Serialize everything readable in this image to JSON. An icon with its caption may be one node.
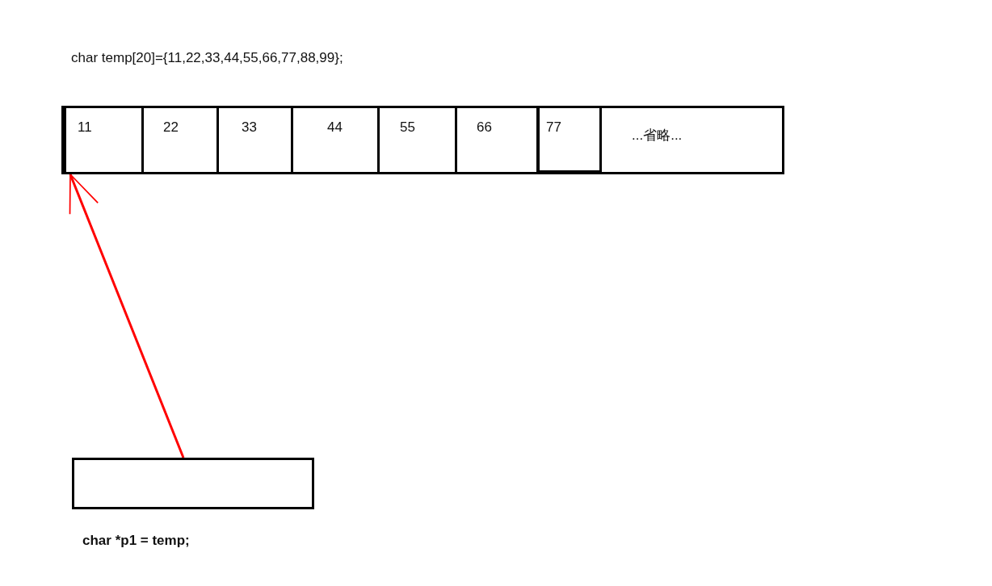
{
  "diagram": {
    "nodes": [
      {
        "text": [],
        "shape": "box",
        "beside": [
          "char temp[20]={11,22,33,44,55,66,77,88,99};"
        ]
      },
      {
        "text": [
          "11"
        ],
        "in": 0
      },
      {
        "text": [
          "22"
        ],
        "in": 0
      },
      {
        "text": [
          "33"
        ],
        "in": 0
      },
      {
        "text": [
          "44"
        ],
        "in": 0
      },
      {
        "text": [
          "55"
        ],
        "in": 0
      },
      {
        "text": [
          "66"
        ],
        "in": 0
      },
      {
        "text": [
          "77"
        ],
        "in": 0
      },
      {
        "text": [],
        "shape": "box",
        "beside": [
          "char *p1 = temp;"
        ]
      }
    ],
    "edges": [
      {
        "from": 8,
        "to": 1,
        "arrow": "to"
      }
    ],
    "labels": [
      "...省略..."
    ]
  }
}
